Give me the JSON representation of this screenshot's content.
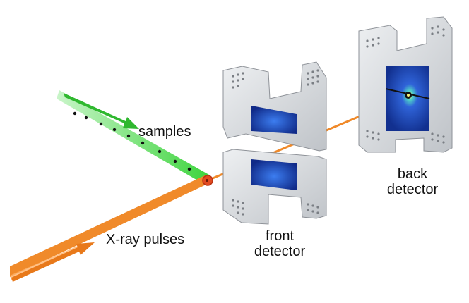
{
  "labels": {
    "samples": "samples",
    "xray_pulses": "X-ray pulses",
    "front_detector_line1": "front",
    "front_detector_line2": "detector",
    "back_detector_line1": "back",
    "back_detector_line2": "detector"
  },
  "colors": {
    "xray_beam": "#f08a2a",
    "sample_stream": "#4fdc4f",
    "arrow_green": "#2fb82f",
    "plate": "#d9dbde",
    "sensor": "#1c3faa",
    "interaction_point": "#e24a20"
  },
  "icons": {
    "sample_arrow": "arrow-right-icon",
    "xray_arrow": "arrow-right-icon"
  }
}
